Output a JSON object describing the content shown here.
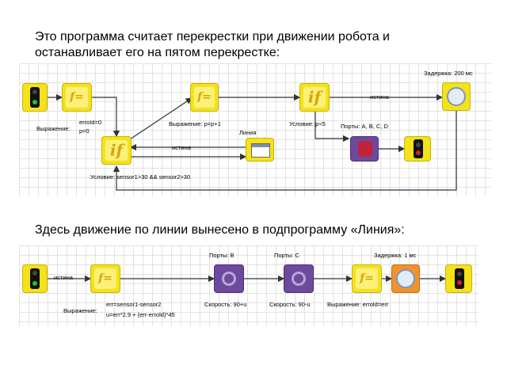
{
  "heading_1_line_1": "Это программа считает перекрестки при движении робота и",
  "heading_1_line_2": "останавливает его на пятом перекрестке:",
  "heading_2": "Здесь движение по линии вынесено в подпрограмму «Линия»:",
  "program_1": {
    "delay_label": "Задержка: 200 мс",
    "expr_label": "Выражение:",
    "expr_line1": "erroId=0",
    "expr_line2": "p=0",
    "expr2_label": "Выражение: p=p+1",
    "line_label": "Линия",
    "cond1_label": "Условие: sensor1>30 && sensor2>30",
    "cond2_label": "Условие: p<5",
    "ports_label": "Порты: A, B, C, D",
    "true_label_1": "истина",
    "true_label_2": "истина",
    "f_glyph": "f=",
    "if_glyph": "if"
  },
  "program_2": {
    "true_label": "истина",
    "ports_b": "Порты: B",
    "ports_c": "Порты: C",
    "delay_label": "Задержка: 1 мс",
    "expr_label": "Выражение:",
    "expr_line1": "err=sensor1-sensor2",
    "expr_line2": "u=err*2.9 + (err-errold)*45",
    "speed_1": "Скорость: 90+u",
    "speed_2": "Скорость: 90-u",
    "expr2_label": "Выражение: errold=err",
    "f_glyph": "f="
  },
  "colors": {
    "block_yellow": "#f4e21b",
    "motor_purple": "#6d4a9e",
    "timer_orange": "#f1922d",
    "stop_red": "#d2202a",
    "wire": "#333333"
  }
}
